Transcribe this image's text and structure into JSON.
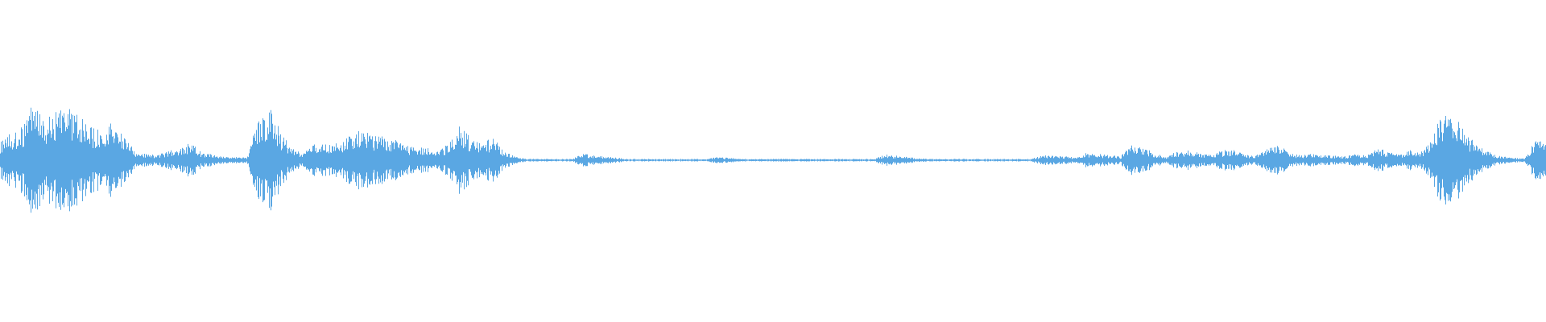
{
  "waveform": {
    "color": "#5aa7e3",
    "background": "#ffffff",
    "normalized_envelope": [
      0.3,
      0.45,
      0.55,
      0.95,
      0.6,
      0.8,
      0.85,
      0.75,
      0.55,
      0.5,
      0.6,
      0.45,
      0.12,
      0.1,
      0.08,
      0.15,
      0.2,
      0.28,
      0.12,
      0.1,
      0.06,
      0.05,
      0.04,
      0.65,
      0.85,
      0.45,
      0.2,
      0.1,
      0.25,
      0.3,
      0.28,
      0.35,
      0.55,
      0.4,
      0.38,
      0.35,
      0.25,
      0.2,
      0.22,
      0.18,
      0.25,
      0.6,
      0.35,
      0.28,
      0.35,
      0.15,
      0.05,
      0.02,
      0.02,
      0.02,
      0.02,
      0.02,
      0.1,
      0.08,
      0.06,
      0.04,
      0.02,
      0.02,
      0.02,
      0.02,
      0.02,
      0.02,
      0.02,
      0.02,
      0.05,
      0.04,
      0.02,
      0.02,
      0.02,
      0.02,
      0.02,
      0.02,
      0.02,
      0.02,
      0.02,
      0.02,
      0.02,
      0.02,
      0.02,
      0.09,
      0.07,
      0.05,
      0.03,
      0.02,
      0.02,
      0.02,
      0.02,
      0.02,
      0.02,
      0.02,
      0.02,
      0.02,
      0.02,
      0.08,
      0.07,
      0.06,
      0.05,
      0.12,
      0.1,
      0.08,
      0.06,
      0.25,
      0.2,
      0.12,
      0.05,
      0.14,
      0.16,
      0.12,
      0.08,
      0.15,
      0.18,
      0.1,
      0.06,
      0.2,
      0.28,
      0.12,
      0.08,
      0.1,
      0.09,
      0.07,
      0.06,
      0.1,
      0.08,
      0.2,
      0.12,
      0.1,
      0.18,
      0.14,
      0.45,
      0.95,
      0.7,
      0.4,
      0.22,
      0.12,
      0.06,
      0.04,
      0.03,
      0.3
    ]
  }
}
